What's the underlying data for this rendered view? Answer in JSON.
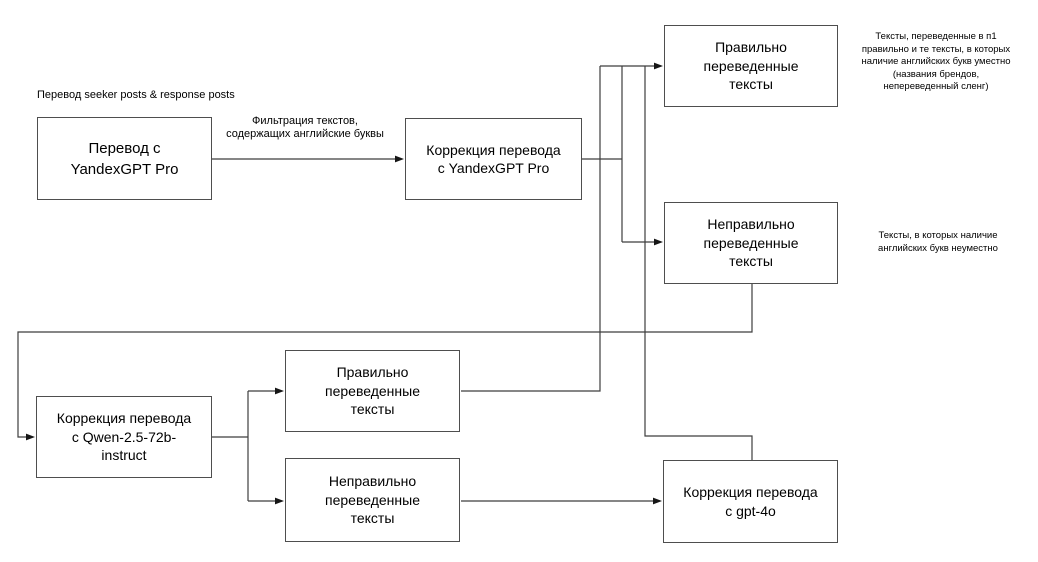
{
  "diagram": {
    "top_label": "Перевод seeker posts & response posts",
    "edge_labels": {
      "filter": "Фильтрация текстов,\nсодержащих английские буквы"
    },
    "nodes": {
      "translate_yandexgpt": {
        "label": "Перевод с\nYandexGPT Pro"
      },
      "correct_yandexgpt": {
        "label": "Коррекция перевода\nс YandexGPT Pro"
      },
      "correct_texts_top": {
        "label": "Правильно\nпереведенные\nтексты"
      },
      "incorrect_texts_top": {
        "label": "Неправильно\nпереведенные\nтексты"
      },
      "correct_qwen": {
        "label": "Коррекция перевода\nс Qwen-2.5-72b-\ninstruct"
      },
      "correct_texts_mid": {
        "label": "Правильно\nпереведенные\nтексты"
      },
      "incorrect_texts_mid": {
        "label": "Неправильно\nпереведенные\nтексты"
      },
      "correct_gpt4o": {
        "label": "Коррекция перевода\nс gpt-4o"
      }
    },
    "annotations": {
      "correct_texts_note": "Тексты, переведенные в п1\nправильно и те тексты, в которых\nналичие английских букв уместно\n(названия брендов,\nнепереведенный сленг)",
      "incorrect_texts_note": "Тексты, в которых наличие\nанглийских букв неуместно"
    },
    "colors": {
      "background": "#ffffff",
      "box_border": "#4e4e4e",
      "connector": "#3e3e3e",
      "text": "#000000"
    }
  }
}
